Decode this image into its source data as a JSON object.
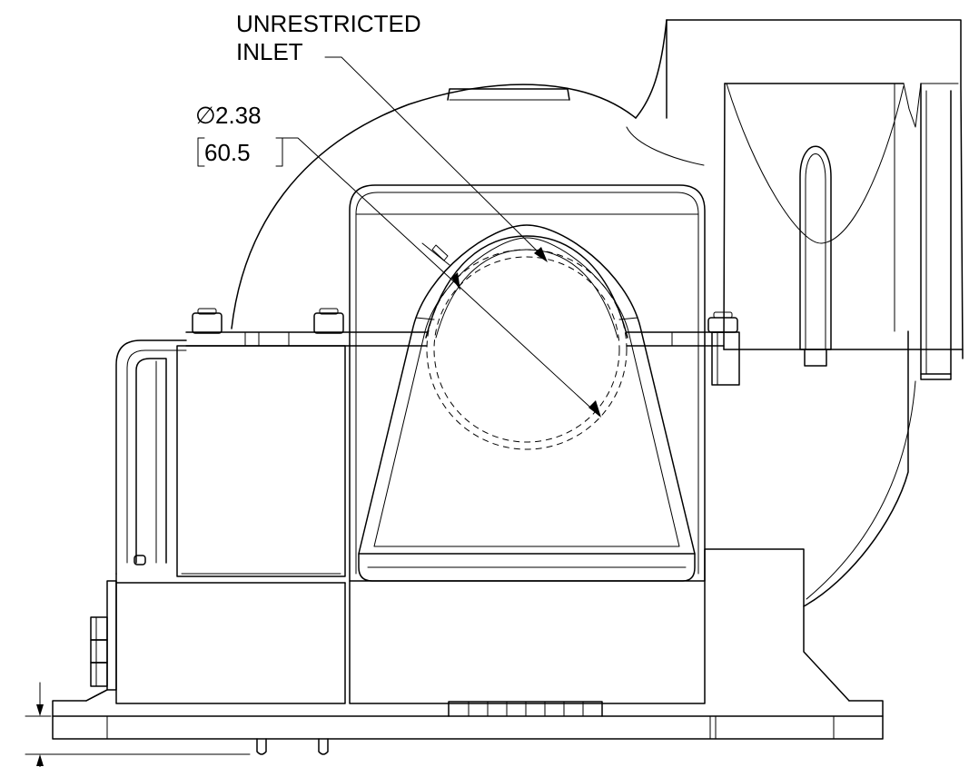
{
  "callouts": {
    "inlet_line1": "UNRESTRICTED",
    "inlet_line2": "INLET",
    "diameter_symbol": "∅",
    "diameter_in": "2.38",
    "diameter_mm": "60.5"
  },
  "colors": {
    "line": "#000000",
    "background": "#ffffff"
  }
}
